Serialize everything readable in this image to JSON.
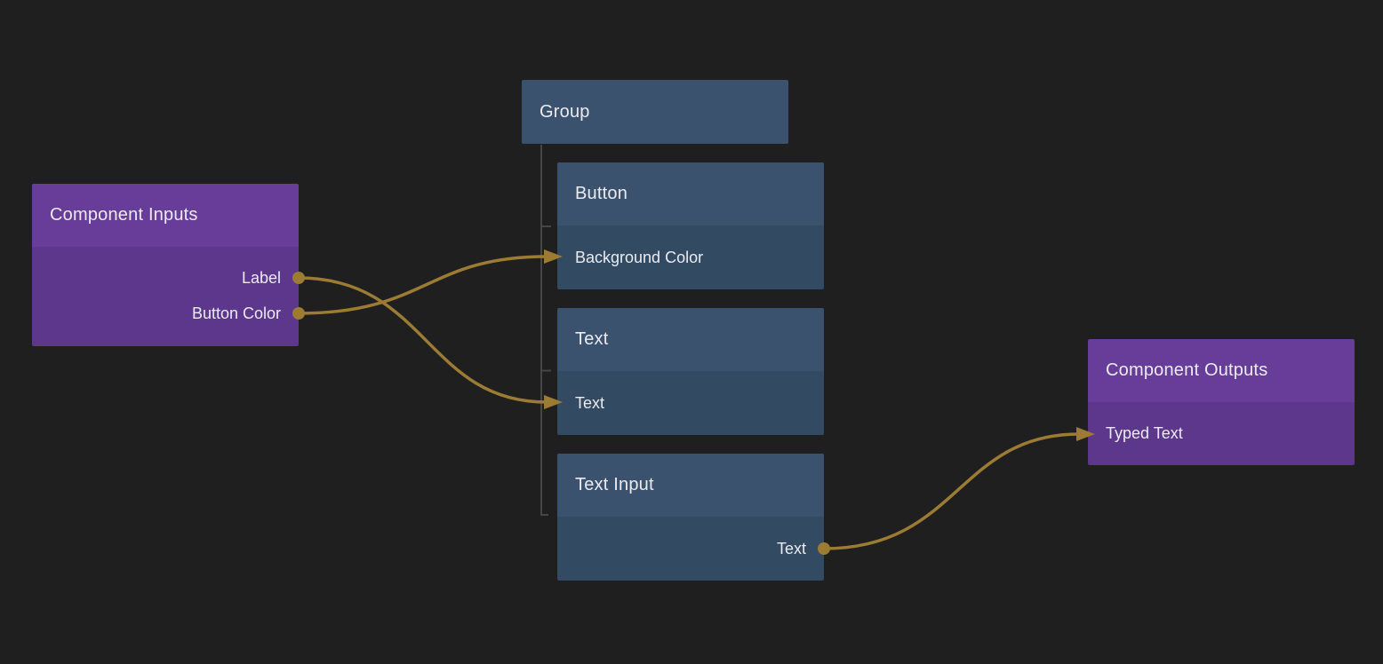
{
  "colors": {
    "background": "#1f1f20",
    "purple_header": "#673d99",
    "purple_body": "#5d378b",
    "blue_header": "#3a526e",
    "blue_body": "#334a63",
    "wire": "#9c7b33",
    "tree_line": "#464646",
    "text": "#ebebef"
  },
  "nodes": {
    "component_inputs": {
      "title": "Component Inputs",
      "ports": [
        {
          "label": "Label",
          "direction": "output"
        },
        {
          "label": "Button Color",
          "direction": "output"
        }
      ]
    },
    "group": {
      "title": "Group"
    },
    "button": {
      "title": "Button",
      "ports": [
        {
          "label": "Background Color",
          "direction": "input"
        }
      ]
    },
    "text": {
      "title": "Text",
      "ports": [
        {
          "label": "Text",
          "direction": "input"
        }
      ]
    },
    "text_input": {
      "title": "Text Input",
      "ports": [
        {
          "label": "Text",
          "direction": "output"
        }
      ]
    },
    "component_outputs": {
      "title": "Component Outputs",
      "ports": [
        {
          "label": "Typed Text",
          "direction": "input"
        }
      ]
    }
  },
  "edges": [
    {
      "from": "Component Inputs / Label",
      "to": "Text / Text"
    },
    {
      "from": "Component Inputs / Button Color",
      "to": "Button / Background Color"
    },
    {
      "from": "Text Input / Text",
      "to": "Component Outputs / Typed Text"
    }
  ]
}
